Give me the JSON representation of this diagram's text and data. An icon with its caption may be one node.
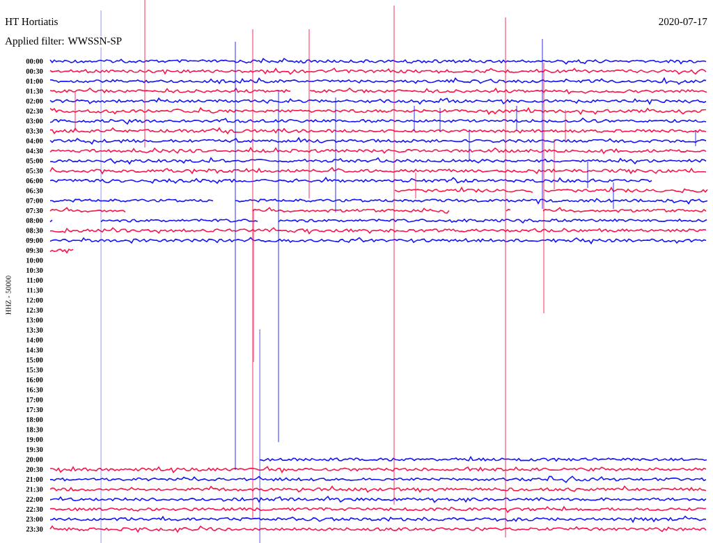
{
  "diagram": {
    "title": "HT Hortiatis",
    "labels": [
      "2020-07-17",
      "Applied filter: WWSSN-SP",
      "00:00",
      "00:30",
      "01:00",
      "01:30",
      "02:00",
      "02:30",
      "03:00",
      "03:30",
      "04:00",
      "04:30",
      "05:00",
      "05:30",
      "06:00",
      "06:30",
      "07:00",
      "07:30",
      "08:00",
      "08:30",
      "09:00",
      "09:30",
      "10:00",
      "10:30",
      "11:00",
      "11:30",
      "12:00",
      "12:30",
      "13:00",
      "13:30",
      "14:00",
      "14:30",
      "15:00",
      "15:30",
      "16:00",
      "16:30",
      "17:00",
      "17:30",
      "18:00",
      "18:30",
      "19:00",
      "19:30",
      "20:00",
      "20:30",
      "21:00",
      "21:30",
      "22:00",
      "22:30",
      "23:00",
      "23:30",
      "HHZ - 50000"
    ]
  }
}
